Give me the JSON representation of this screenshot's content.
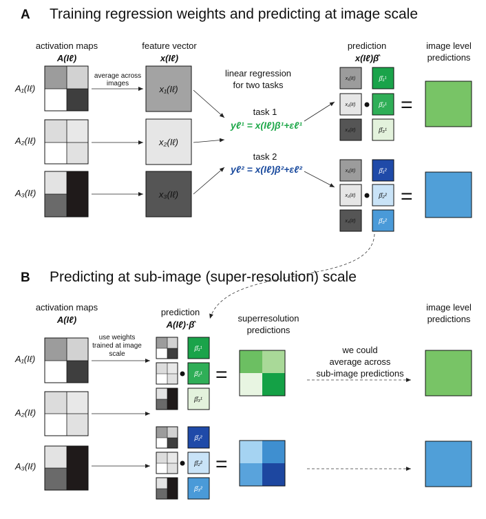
{
  "panel_a": {
    "letter": "A",
    "title": "Training regression weights and predicting at image scale",
    "activation_maps_label_1": "activation maps",
    "activation_maps_label_2": "A(Iℓ)",
    "feature_vector_label_1": "feature vector",
    "feature_vector_label_2": "x(Iℓ)",
    "average_label_1": "average across",
    "average_label_2": "images",
    "regression_label_1": "linear regression",
    "regression_label_2": "for two tasks",
    "task1_label": "task 1",
    "task1_equation": "yℓ¹ = x(Iℓ)β¹+εℓ¹",
    "task2_label": "task 2",
    "task2_equation": "yℓ² = x(Iℓ)β²+εℓ²",
    "prediction_label_1": "prediction",
    "prediction_label_2": "x(Iℓ)β̂",
    "image_level_label_1": "image level",
    "image_level_label_2": "predictions",
    "row_labels": [
      "A₁(Iℓ)",
      "A₂(Iℓ)",
      "A₃(Iℓ)"
    ],
    "feature_labels": [
      "x₁(Iℓ)",
      "x₂(Iℓ)",
      "x₃(Iℓ)"
    ],
    "task1_betas": [
      "β̂₁¹",
      "β̂₂¹",
      "β̂₃¹"
    ],
    "task2_betas": [
      "β̂₁²",
      "β̂₂²",
      "β̂₃²"
    ]
  },
  "panel_b": {
    "letter": "B",
    "title": "Predicting at sub-image (super-resolution) scale",
    "activation_maps_label_1": "activation maps",
    "activation_maps_label_2": "A(Iℓ)",
    "prediction_label_1": "prediction",
    "prediction_label_2": "A(Iℓ)·β̂",
    "superres_label_1": "superresolution",
    "superres_label_2": "predictions",
    "image_level_label_1": "image level",
    "image_level_label_2": "predictions",
    "weights_label_1": "use weights",
    "weights_label_2": "trained at image",
    "weights_label_3": "scale",
    "average_label_1": "we could",
    "average_label_2": "average across",
    "average_label_3": "sub-image predictions",
    "row_labels": [
      "A₁(Iℓ)",
      "A₂(Iℓ)",
      "A₃(Iℓ)"
    ],
    "task1_betas": [
      "β̂₁¹",
      "β̂₂¹",
      "β̂₃¹"
    ],
    "task2_betas": [
      "β̂₁²",
      "β̂₂²",
      "β̂₃²"
    ]
  },
  "colors": {
    "green_result": "#78c466",
    "blue_result": "#509fd8",
    "green_dark": "#1aa34a",
    "green_mid": "#2fae57",
    "green_light": "#e3f2dc",
    "blue_dark": "#1f4aa8",
    "blue_light": "#c9e3f7",
    "blue_mid": "#4a9ad8",
    "green_equation": "#1fa84a",
    "blue_equation": "#1b4b9e"
  }
}
